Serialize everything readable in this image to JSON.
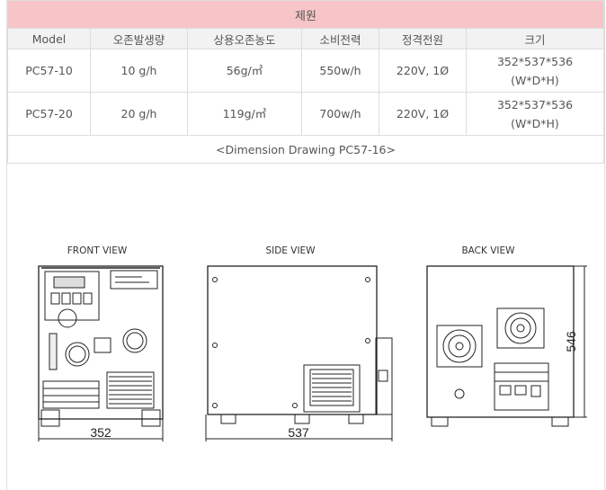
{
  "table": {
    "title": "제원",
    "headers": [
      "Model",
      "오존발생량",
      "상용오존농도",
      "소비전력",
      "정격전원",
      "크기"
    ],
    "rows": [
      {
        "model": "PC57-10",
        "output": "10 g/h",
        "concentration": "56g/㎥",
        "power": "550w/h",
        "supply": "220V, 1Ø",
        "size_line1": "352*537*536",
        "size_line2": "(W*D*H)"
      },
      {
        "model": "PC57-20",
        "output": "20 g/h",
        "concentration": "119g/㎥",
        "power": "700w/h",
        "supply": "220V, 1Ø",
        "size_line1": "352*537*536",
        "size_line2": "(W*D*H)"
      }
    ],
    "caption": "<Dimension Drawing PC57-16>"
  },
  "drawing": {
    "front_label": "FRONT VIEW",
    "side_label": "SIDE VIEW",
    "back_label": "BACK VIEW",
    "width_dim": "352",
    "depth_dim": "537",
    "height_dim": "546"
  }
}
